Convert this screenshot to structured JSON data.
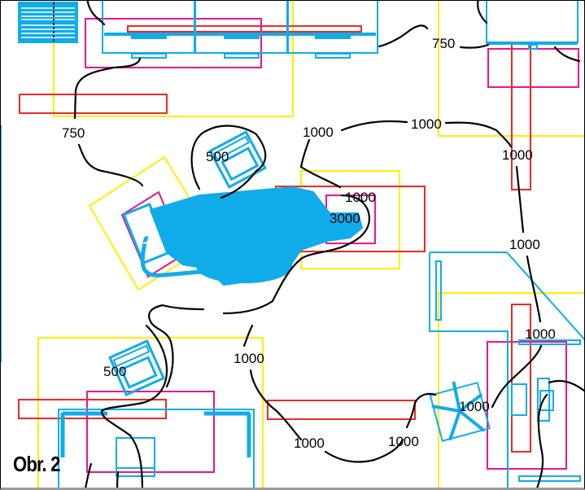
{
  "figure": {
    "caption": "Obr. 2",
    "type": "Floor plan with illuminance isolines (lux)"
  },
  "colors": {
    "furniture": "#10acea",
    "task_area": "#ffee00",
    "work_zone": "#e8158e",
    "luminaire": "#ee2a24",
    "isoline": "#000000"
  },
  "isoline_labels": [
    {
      "id": "iso-750-left",
      "text": "750"
    },
    {
      "id": "iso-750-top",
      "text": "750"
    },
    {
      "id": "iso-500-upper",
      "text": "500"
    },
    {
      "id": "iso-1000-center-left",
      "text": "1000"
    },
    {
      "id": "iso-1000-center-top",
      "text": "1000"
    },
    {
      "id": "iso-1000-right-top",
      "text": "1000"
    },
    {
      "id": "iso-1000-chair",
      "text": "1000"
    },
    {
      "id": "iso-3000",
      "text": "3000"
    },
    {
      "id": "iso-1000-right-mid",
      "text": "1000"
    },
    {
      "id": "iso-1000-right-low",
      "text": "1000"
    },
    {
      "id": "iso-500-lower",
      "text": "500"
    },
    {
      "id": "iso-1000-lower-center",
      "text": "1000"
    },
    {
      "id": "iso-1000-bottom-1",
      "text": "1000"
    },
    {
      "id": "iso-1000-bottom-2",
      "text": "1000"
    },
    {
      "id": "iso-1000-stool",
      "text": "1000"
    }
  ]
}
